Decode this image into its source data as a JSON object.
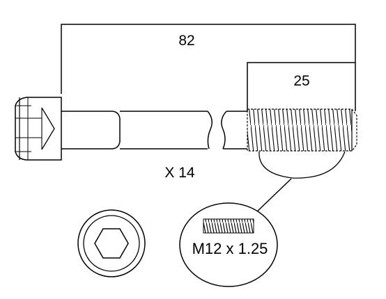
{
  "dimensions": {
    "total_length": "82",
    "thread_length": "25"
  },
  "quantity": "X 14",
  "thread_spec": "M12 x 1.25",
  "colors": {
    "line": "#000000",
    "background": "#ffffff"
  },
  "icons": {
    "head_end_view": "hex-socket-icon",
    "thread_detail": "thread-pattern-icon"
  }
}
